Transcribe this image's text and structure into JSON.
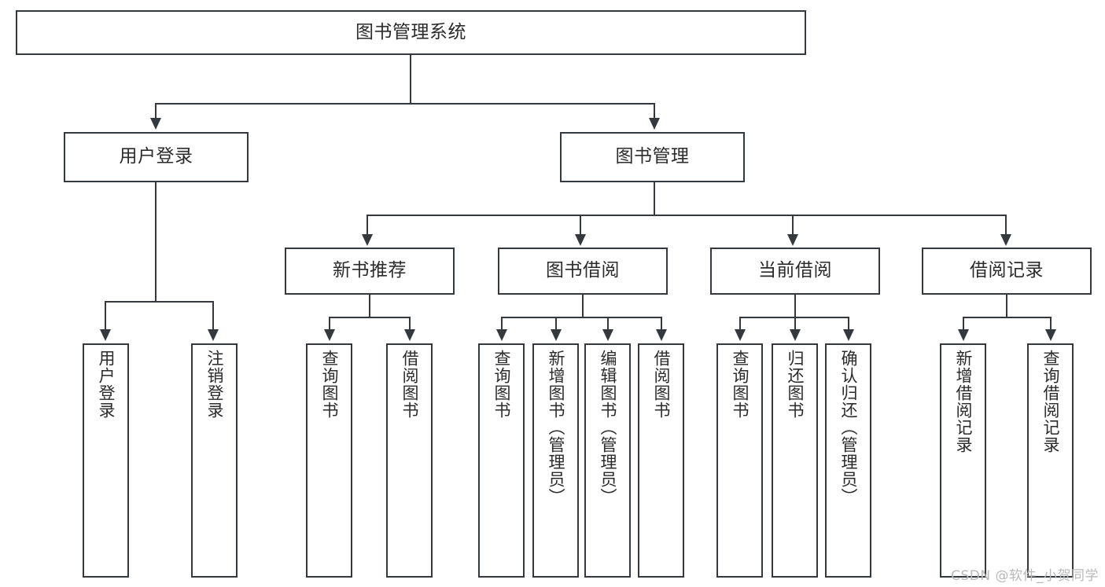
{
  "diagram": {
    "title": "图书管理系统",
    "type": "hierarchy-tree",
    "root": {
      "label": "图书管理系统"
    },
    "level2": [
      {
        "label": "用户登录"
      },
      {
        "label": "图书管理"
      }
    ],
    "level3": [
      {
        "label": "新书推荐"
      },
      {
        "label": "图书借阅"
      },
      {
        "label": "当前借阅"
      },
      {
        "label": "借阅记录"
      }
    ],
    "leaves": {
      "user_login": [
        {
          "label": "用户登录"
        },
        {
          "label": "注销登录"
        }
      ],
      "new_book_recommend": [
        {
          "label": "查询图书"
        },
        {
          "label": "借阅图书"
        }
      ],
      "book_borrow": [
        {
          "label": "查询图书"
        },
        {
          "label": "新增图书（管理员）"
        },
        {
          "label": "编辑图书（管理员）"
        },
        {
          "label": "借阅图书"
        }
      ],
      "current_borrow": [
        {
          "label": "查询图书"
        },
        {
          "label": "归还图书"
        },
        {
          "label": "确认归还（管理员）"
        }
      ],
      "borrow_record": [
        {
          "label": "新增借阅记录"
        },
        {
          "label": "查询借阅记录"
        }
      ]
    }
  },
  "watermark": {
    "text": "CSDN @软件_小贺同学"
  },
  "colors": {
    "stroke": "#33393f",
    "text": "#2b2b2b",
    "background": "#ffffff",
    "watermark": "#b9b9b9"
  }
}
